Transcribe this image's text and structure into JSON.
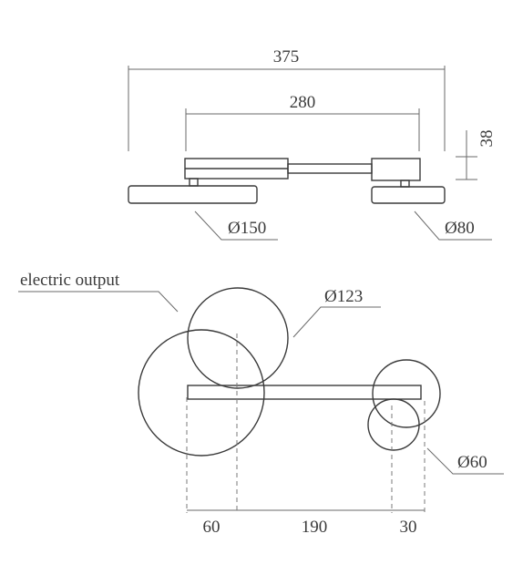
{
  "top_view": {
    "overall_width": "375",
    "inner_width": "280",
    "height": "38",
    "large_disc_diameter": "Ø150",
    "small_disc_diameter": "Ø80"
  },
  "front_view": {
    "callout_label": "electric output",
    "top_globe_diameter": "Ø123",
    "small_globe_diameter": "Ø60",
    "spacing_left": "60",
    "spacing_middle": "190",
    "spacing_right": "30"
  },
  "colors": {
    "line": "#3a3a3a",
    "dimension_line": "#6a6a6a",
    "background": "#ffffff"
  }
}
